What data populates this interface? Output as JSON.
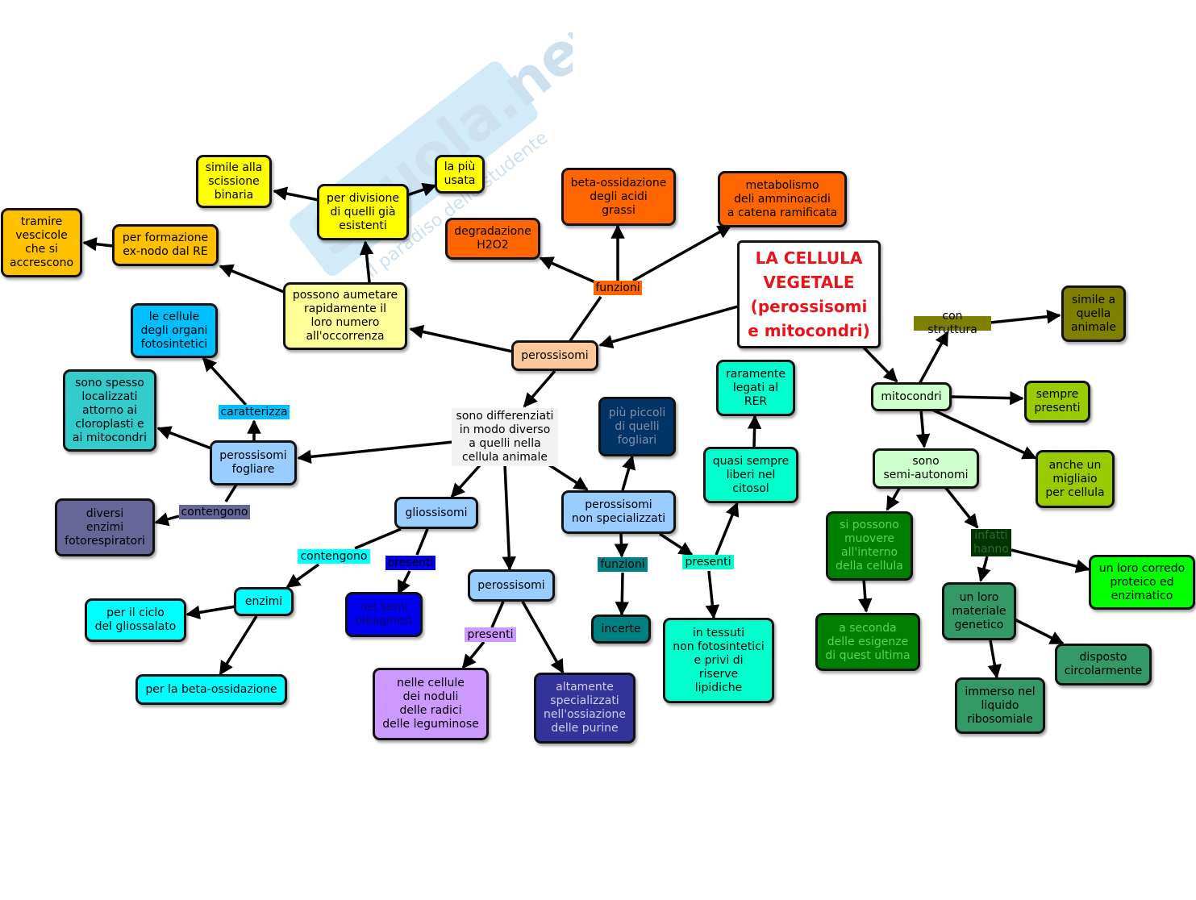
{
  "title": "LA CELLULA\nVEGETALE\n(perossisomi\ne mitocondri)",
  "watermark": {
    "brand": "Skuola.net",
    "tagline": "il paradiso dello studente"
  },
  "colors": {
    "peach": "#fdc89a",
    "paleyellow": "#ffff99",
    "yellow": "#ffff00",
    "gold": "#ffc000",
    "orange": "#ff6600",
    "lightblue": "#99ccff",
    "skyblue": "#00bfff",
    "teal": "#33cccc",
    "slate": "#666699",
    "cyan": "#00ffff",
    "blue": "#0000ee",
    "purple": "#cc99ff",
    "navy": "#333399",
    "darknavy": "#003366",
    "aqua": "#00ffcc",
    "darkteal": "#008080",
    "palegreen": "#ccffcc",
    "olive": "#808000",
    "lime": "#99cc00",
    "green": "#00ff00",
    "darkgreen": "#008000",
    "seagreen": "#339966",
    "forest": "#003300"
  },
  "nodes": {
    "perossisomi_main": "perossisomi",
    "possono": "possono aumetare\nrapidamente il\nloro numero\nall'occorrenza",
    "divisione": "per divisione\ndi quelli già\nesistenti",
    "simile_scissione": "simile alla\nscissione\nbinaria",
    "piu_usata": "la più\nusata",
    "formazione": "per formazione\nex-nodo dal RE",
    "tramite": "tramire\nvescicole\nche si\naccrescono",
    "degradazione": "degradazione\nH2O2",
    "beta_acidi": "beta-ossidazione\ndegli acidi\ngrassi",
    "metabolismo": "metabolismo\ndeli amminoacidi\na catena ramificata",
    "sono_diff": "sono differenziati\nin modo diverso\na quelli nella\ncellula animale",
    "le_cellule": "le cellule\ndegli organi\nfotosintetici",
    "sono_spesso": "sono spesso\nlocalizzati\nattorno ai\ncloroplasti e\nai mitocondri",
    "pero_fogliare": "perossisomi\nfogliare",
    "diversi_enzimi": "diversi\nenzimi\nfotorespiratori",
    "gliossisomi": "gliossisomi",
    "enzimi": "enzimi",
    "ciclo_gliossalato": "per il ciclo\ndel gliossalato",
    "beta_ossidazione": "per la beta-ossidazione",
    "semi_oleaginosi": "nei semi\noleaginosi",
    "pero_second": "perossisomi",
    "noduli": "nelle cellule\ndei noduli\ndelle radici\ndelle leguminose",
    "altamente": "altamente\nspecializzati\nnell'ossiazione\ndelle purine",
    "piu_piccoli": "più piccoli\ndi quelli\nfogliari",
    "non_spec": "perossisomi\nnon specializzati",
    "incerte": "incerte",
    "quasi_sempre": "quasi sempre\nliberi nel\ncitosol",
    "raramente": "raramente\nlegati al\nRER",
    "tessuti": "in tessuti\nnon fotosintetici\ne privi di\nriserve\nlipidiche",
    "mitocondri": "mitocondri",
    "simile_animale": "simile a\nquella\nanimale",
    "sempre_presenti": "sempre\npresenti",
    "migliaio": "anche un\nmigliaio\nper cellula",
    "semi_autonomi": "sono\nsemi-autonomi",
    "muovere": "si possono\nmuovere\nall'interno\ndella cellula",
    "esigenze": "a seconda\ndelle esigenze\ndi quest ultima",
    "corredo": "un loro corredo\nproteico ed\nenzimatico",
    "materiale": "un loro\nmateriale\ngenetico",
    "circolarmente": "disposto\ncircolarmente",
    "immerso": "immerso nel\nliquido\nribosomiale"
  },
  "labels": {
    "funzioni_top": "funzioni",
    "caratterizza": "caratterizza",
    "contengono_left": "contengono",
    "contengono_mid": "contengono",
    "presenti_glio": "presenti",
    "presenti_pero": "presenti",
    "funzioni_ns": "funzioni",
    "presenti_ns": "presenti",
    "con_struttura": "con struttura",
    "infatti_hanno": "infatti\nhanno"
  }
}
